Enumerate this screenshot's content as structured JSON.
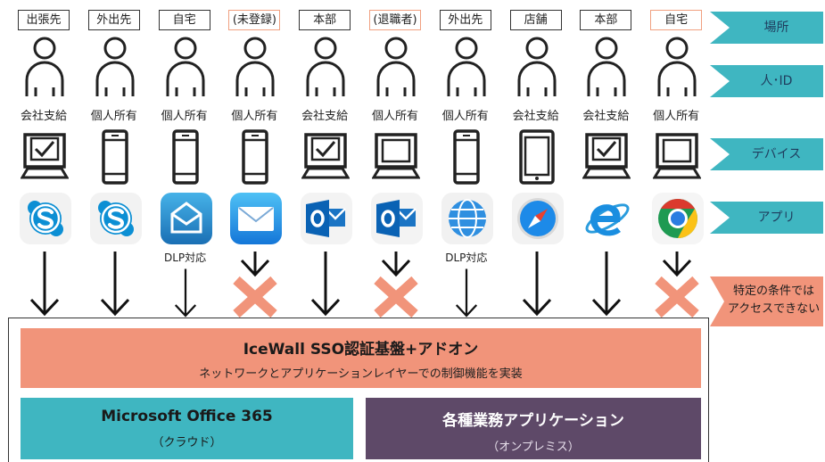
{
  "columns": [
    {
      "location": "出張先",
      "location_warn": false,
      "ownership": "会社支給",
      "device": "laptop-check",
      "app": "skype-icon",
      "app_note": "",
      "blocked": false
    },
    {
      "location": "外出先",
      "location_warn": false,
      "ownership": "個人所有",
      "device": "smartphone",
      "app": "skype-icon",
      "app_note": "",
      "blocked": false
    },
    {
      "location": "自宅",
      "location_warn": false,
      "ownership": "個人所有",
      "device": "smartphone",
      "app": "secure-mail-app-icon",
      "app_note": "DLP対応",
      "blocked": false
    },
    {
      "location": "(未登録)",
      "location_warn": true,
      "ownership": "個人所有",
      "device": "smartphone",
      "app": "mail-icon",
      "app_note": "",
      "blocked": true
    },
    {
      "location": "本部",
      "location_warn": false,
      "ownership": "会社支給",
      "device": "laptop-check",
      "app": "outlook-icon",
      "app_note": "",
      "blocked": false
    },
    {
      "location": "(退職者)",
      "location_warn": true,
      "ownership": "個人所有",
      "device": "laptop",
      "app": "outlook-icon",
      "app_note": "",
      "blocked": true
    },
    {
      "location": "外出先",
      "location_warn": false,
      "ownership": "個人所有",
      "device": "smartphone",
      "app": "secure-browser-icon",
      "app_note": "DLP対応",
      "blocked": false
    },
    {
      "location": "店舗",
      "location_warn": false,
      "ownership": "会社支給",
      "device": "tablet",
      "app": "safari-icon",
      "app_note": "",
      "blocked": false
    },
    {
      "location": "本部",
      "location_warn": false,
      "ownership": "会社支給",
      "device": "laptop-check",
      "app": "internet-explorer-icon",
      "app_note": "",
      "blocked": false
    },
    {
      "location": "自宅",
      "location_warn": true,
      "ownership": "個人所有",
      "device": "laptop",
      "app": "chrome-icon",
      "app_note": "",
      "blocked": true
    }
  ],
  "row_labels": {
    "location": "場所",
    "person": "人･ID",
    "device": "デバイス",
    "app": "アプリ"
  },
  "warning_label": {
    "line1": "特定の条件では",
    "line2": "アクセスできない"
  },
  "sso": {
    "title": "IceWall SSO認証基盤+アドオン",
    "subtitle": "ネットワークとアプリケーションレイヤーでの制御機能を実装"
  },
  "office365": {
    "title": "Microsoft Office 365",
    "subtitle": "（クラウド）"
  },
  "business_apps": {
    "title": "各種業務アプリケーション",
    "subtitle": "（オンプレミス）"
  },
  "colors": {
    "row_badge": "#3fb6c1",
    "warning": "#f1947a",
    "sso": "#f1947a",
    "office365": "#3fb6c1",
    "business_apps": "#5e4968"
  }
}
